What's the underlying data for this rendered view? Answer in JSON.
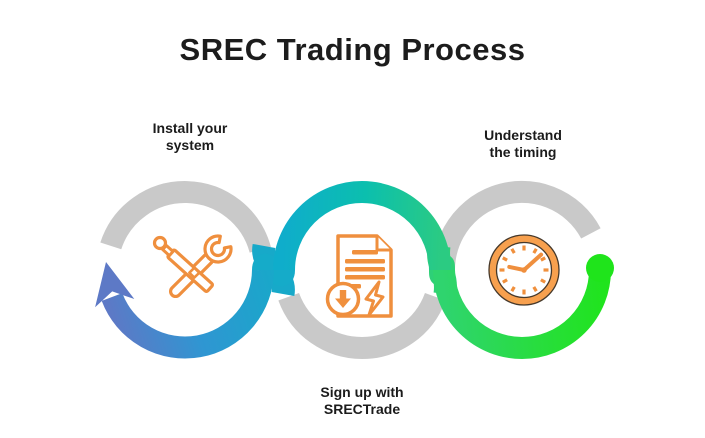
{
  "title": "SREC Trading Process",
  "steps": [
    {
      "id": 1,
      "label": "Install your\nsystem",
      "icon": "tools-icon",
      "position": "top-left"
    },
    {
      "id": 2,
      "label": "Sign up with\nSRECTrade",
      "icon": "document-download-icon",
      "position": "bottom-center"
    },
    {
      "id": 3,
      "label": "Understand\nthe timing",
      "icon": "clock-icon",
      "position": "top-right"
    }
  ],
  "colors": {
    "arrow_blue": "#5d79c6",
    "ribbon_blue": "#2f96d2",
    "ribbon_teal": "#0bbfae",
    "ribbon_green": "#2bcb82",
    "ribbon_green_end": "#20e41d",
    "end_dot_green": "#1fe41b",
    "track_gray": "#c9c9c9",
    "icon_orange": "#ef8f3e",
    "text_color": "#1c1c1c",
    "background": "#ffffff"
  }
}
